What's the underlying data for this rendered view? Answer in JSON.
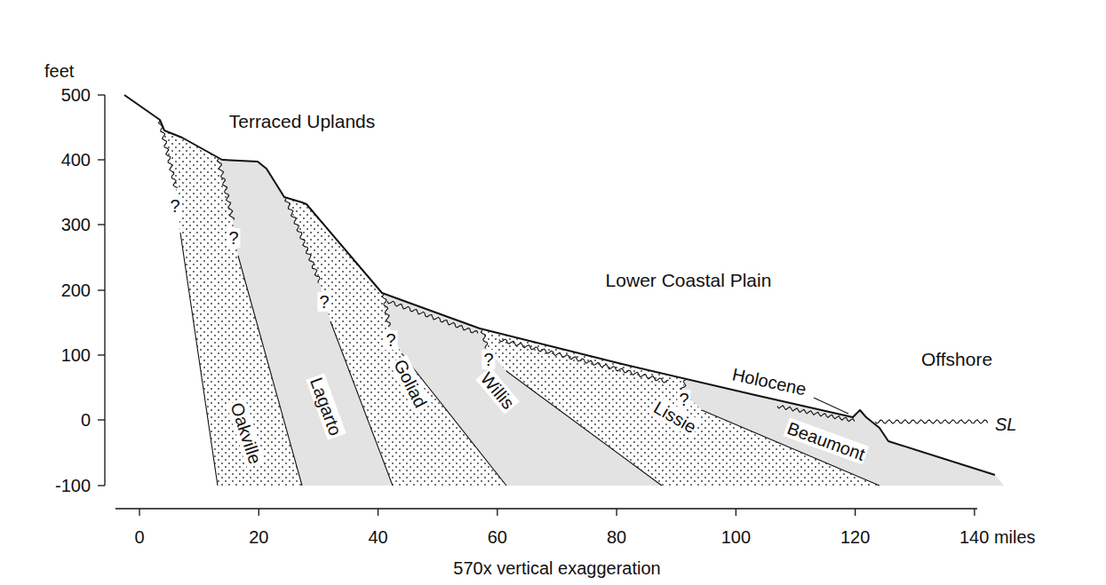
{
  "diagram": {
    "labels": [
      "feet",
      "500",
      "400",
      "300",
      "200",
      "100",
      "0",
      "-100",
      "Terraced Uplands",
      "Lower Coastal Plain",
      "Offshore",
      "Holocene",
      "SL",
      "Oakville",
      "Lagarto",
      "Goliad",
      "Willis",
      "Lissie",
      "Beaumont",
      "?",
      "?",
      "?",
      "?",
      "?",
      "?",
      "0",
      "20",
      "40",
      "60",
      "80",
      "100",
      "120",
      "140 miles",
      "570x vertical exaggeration"
    ]
  }
}
